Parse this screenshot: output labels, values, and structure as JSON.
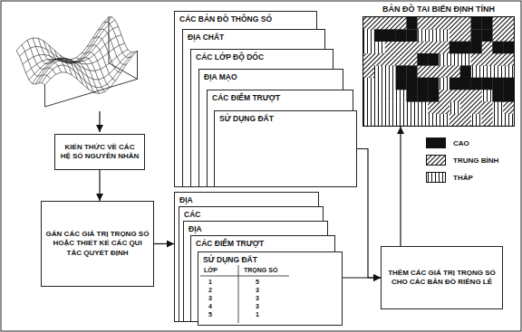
{
  "diagram": {
    "nodes": [
      {
        "text": [
          "KIẾN THỨC VỀ CÁC HỆ SỐ NGUYÊN NHÂN"
        ]
      },
      {
        "text": [
          "GÁN CÁC GIÁ TRỊ TRỌNG SỐ HOẶC THIẾT KẾ CÁC QUI TẮC QUYẾT ĐỊNH"
        ]
      },
      {
        "text": [
          "CÁC BẢN ĐỒ THÔNG SỐ"
        ]
      },
      {
        "text": [
          "ĐỊA CHẤT"
        ]
      },
      {
        "text": [
          "CÁC LỚP ĐỘ DỐC"
        ]
      },
      {
        "text": [
          "ĐỊA MẠO"
        ]
      },
      {
        "text": [
          "CÁC ĐIỂM TRƯỢT"
        ]
      },
      {
        "text": [
          "SỬ DỤNG ĐẤT"
        ]
      },
      {
        "text": [
          "ĐỊA"
        ]
      },
      {
        "text": [
          "CÁC"
        ]
      },
      {
        "text": [
          "ĐỊA"
        ]
      },
      {
        "text": [
          "CÁC ĐIỂM TRƯỢT"
        ]
      },
      {
        "text": [
          "SỬ DỤNG ĐẤT",
          "LỚP",
          "TRỌNG SỐ",
          "1 2 3 4 5",
          "5 3 3 3 1"
        ]
      },
      {
        "text": [
          "THÊM CÁC GIÁ TRỊ TRỌNG SỐ CHO CÁC BẢN ĐỒ RIÊNG LẺ"
        ]
      },
      {
        "text": [
          "BẢN ĐỒ TAI BIẾN ĐỊNH TÍNH"
        ]
      }
    ],
    "edges": [
      {
        "from": 0,
        "to": 1,
        "arrow": "to"
      },
      {
        "from": 1,
        "to": 8,
        "arrow": "to"
      },
      {
        "from": 12,
        "to": 13,
        "arrow": "to"
      },
      {
        "from": 7,
        "to": 13,
        "arrow": "to"
      },
      {
        "from": 13,
        "to": 14,
        "arrow": "to"
      }
    ],
    "legend": [
      {
        "text": "CAO",
        "color": "#111111"
      },
      {
        "text": "TRUNG BÌNH"
      },
      {
        "text": "THẤP"
      }
    ]
  }
}
